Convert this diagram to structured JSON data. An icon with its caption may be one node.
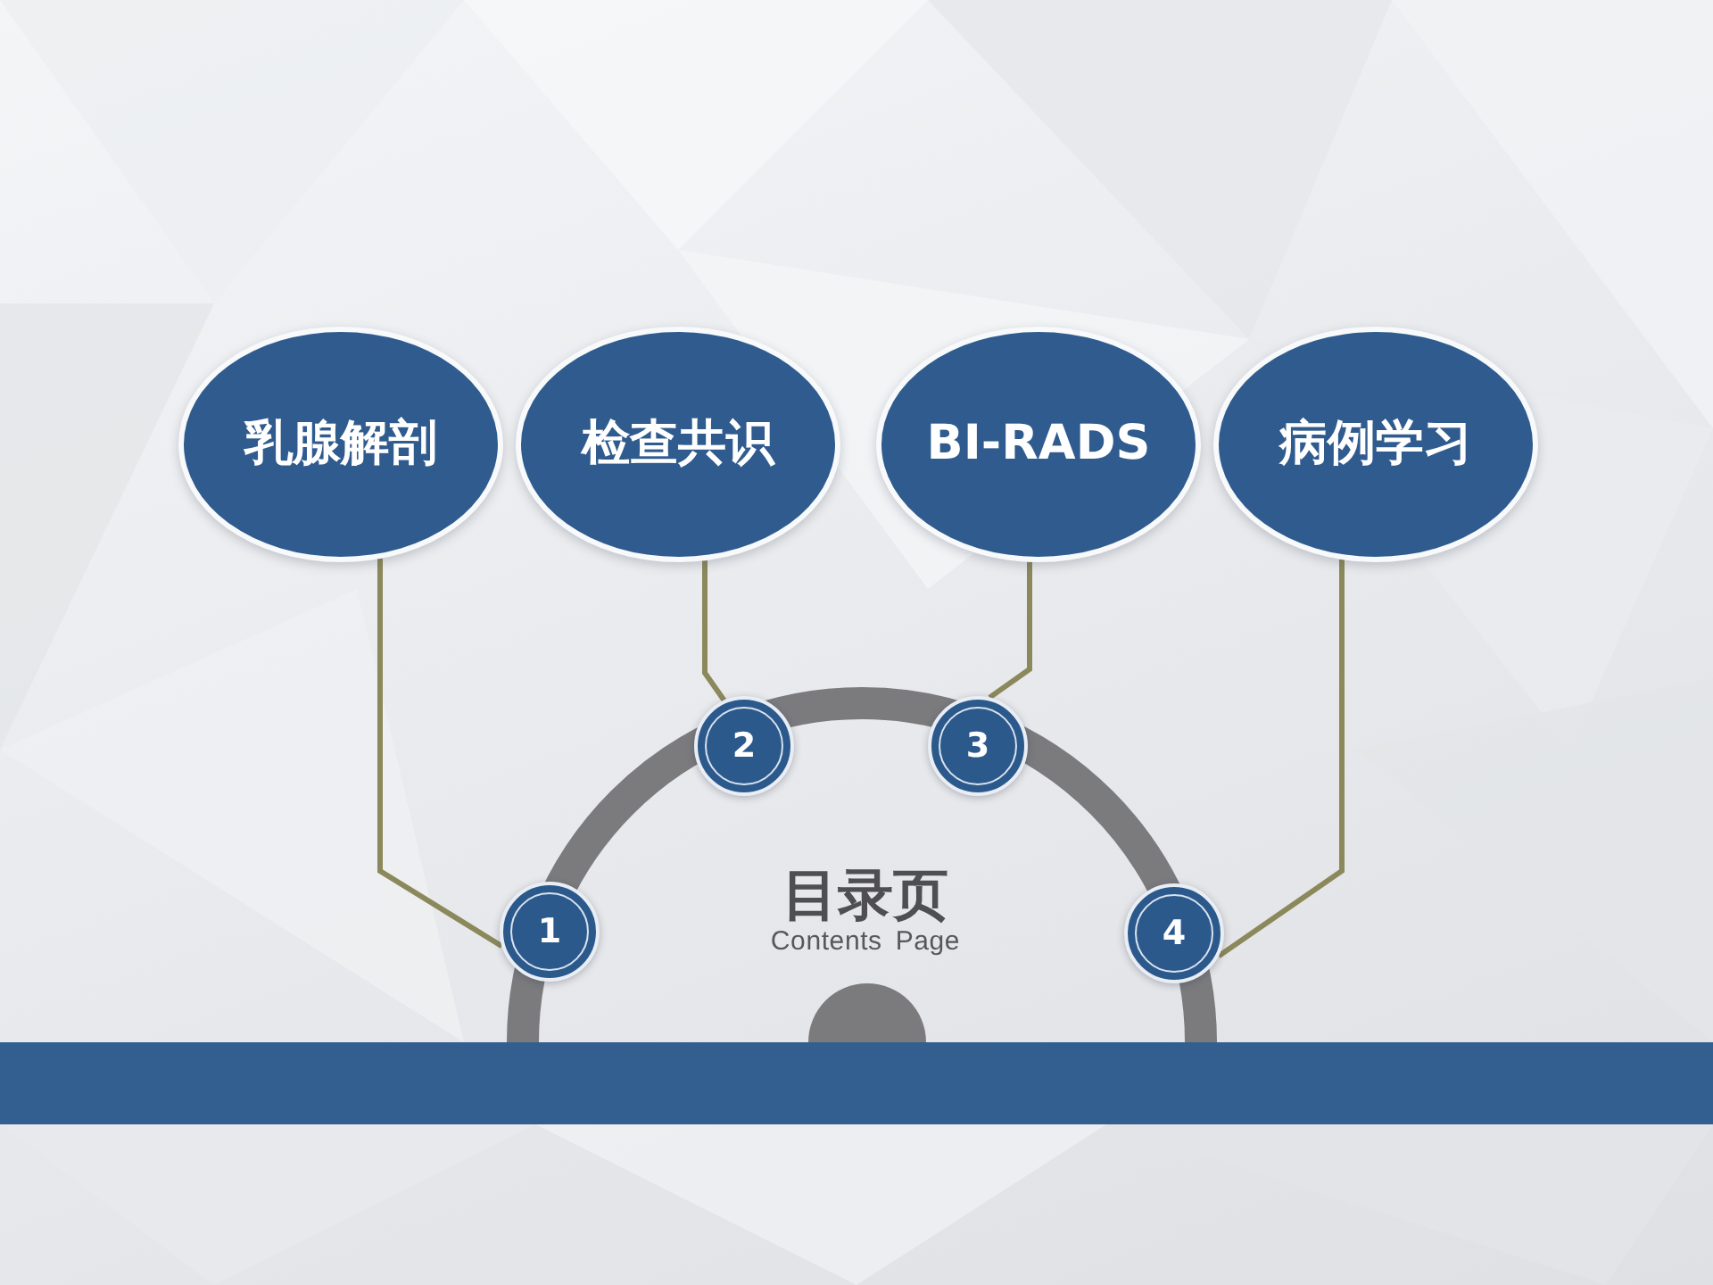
{
  "diagram": {
    "title": "目录页",
    "nodes": [
      {
        "text": [
          "乳腺解剖"
        ]
      },
      {
        "text": [
          "检查共识"
        ]
      },
      {
        "text": [
          "BI-RADS"
        ]
      },
      {
        "text": [
          "病例学习"
        ]
      },
      {
        "text": [
          "1"
        ]
      },
      {
        "text": [
          "2"
        ]
      },
      {
        "text": [
          "3"
        ]
      },
      {
        "text": [
          "4"
        ]
      }
    ],
    "edges": [
      {
        "from": 0,
        "to": 4,
        "arrow": "none"
      },
      {
        "from": 1,
        "to": 5,
        "arrow": "none"
      },
      {
        "from": 2,
        "to": 6,
        "arrow": "none"
      },
      {
        "from": 3,
        "to": 7,
        "arrow": "none"
      }
    ],
    "labels": [
      "Contents Page"
    ]
  }
}
